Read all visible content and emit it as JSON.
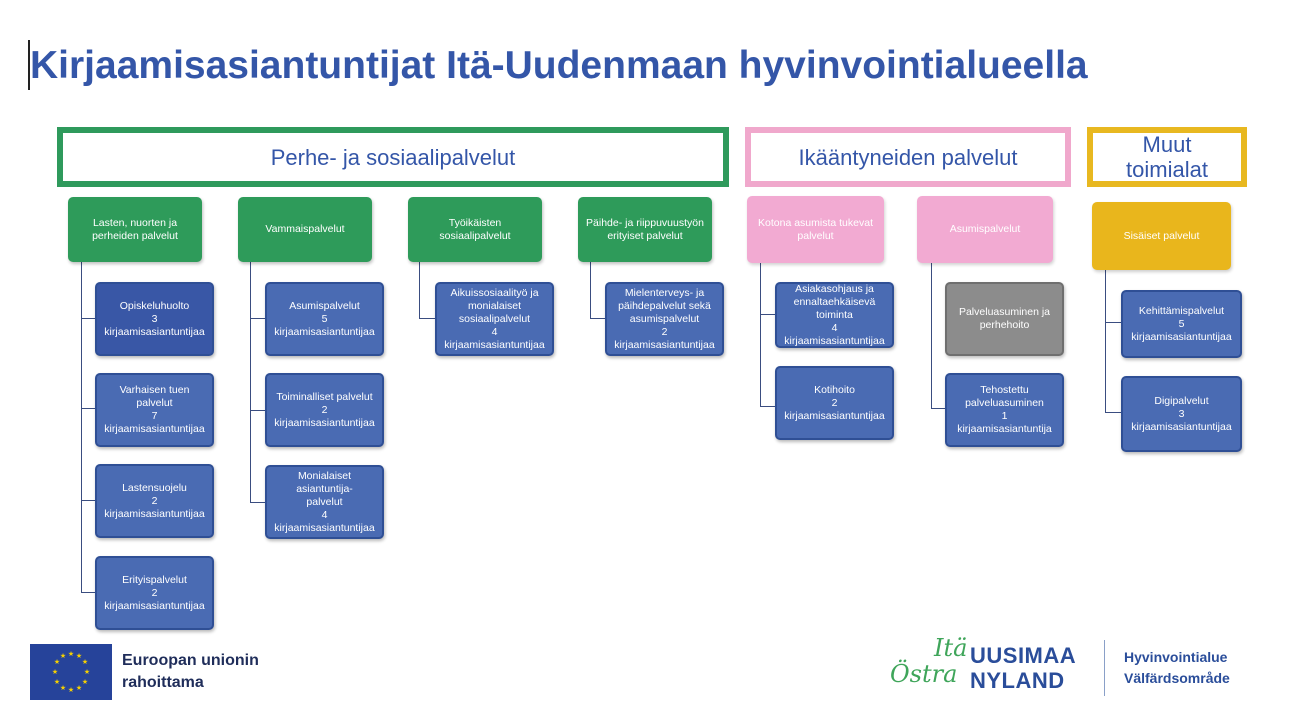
{
  "title": "Kirjaamisasiantuntijat Itä-Uudenmaan hyvinvointialueella",
  "headers": {
    "h1": "Perhe- ja sosiaalipalvelut",
    "h2": "Ikääntyneiden palvelut",
    "h3": "Muut toimialat"
  },
  "categories": {
    "c1": "Lasten, nuorten ja perheiden palvelut",
    "c2": "Vammaispalvelut",
    "c3": "Työikäisten sosiaalipalvelut",
    "c4": "Päihde- ja riippuvuustyön erityiset palvelut",
    "c5": "Kotona asumista tukevat palvelut",
    "c6": "Asumispalvelut",
    "c7": "Sisäiset palvelut"
  },
  "items": {
    "i1": {
      "name": "Opiskeluhuolto",
      "count": "3 kirjaamisasiantuntijaa"
    },
    "i2": {
      "name": "Varhaisen tuen palvelut",
      "count": "7 kirjaamisasiantuntijaa"
    },
    "i3": {
      "name": "Lastensuojelu",
      "count": "2 kirjaamisasiantuntijaa"
    },
    "i4": {
      "name": "Erityispalvelut",
      "count": "2 kirjaamisasiantuntijaa"
    },
    "i5": {
      "name": "Asumispalvelut",
      "count": "5 kirjaamisasiantuntijaa"
    },
    "i6": {
      "name": "Toiminalliset palvelut",
      "count": "2 kirjaamisasiantuntijaa"
    },
    "i7": {
      "name": "Monialaiset asiantuntija-palvelut",
      "count": "4 kirjaamisasiantuntijaa"
    },
    "i8": {
      "name": "Aikuissosiaalityö ja monialaiset sosiaalipalvelut",
      "count": "4 kirjaamisasiantuntijaa"
    },
    "i9": {
      "name": "Mielenterveys- ja päihdepalvelut sekä asumispalvelut",
      "count": "2 kirjaamisasiantuntijaa"
    },
    "i10": {
      "name": "Asiakasohjaus ja ennaltaehkäisevä toiminta",
      "count": "4 kirjaamisasiantuntijaa"
    },
    "i11": {
      "name": "Kotihoito",
      "count": "2 kirjaamisasiantuntijaa"
    },
    "i12": {
      "name": "Palveluasuminen ja perhehoito",
      "count": ""
    },
    "i13": {
      "name": "Tehostettu palveluasuminen",
      "count": "1 kirjaamisasiantuntija"
    },
    "i14": {
      "name": "Kehittämispalvelut",
      "count": "5 kirjaamisasiantuntijaa"
    },
    "i15": {
      "name": "Digipalvelut",
      "count": "3 kirjaamisasiantuntijaa"
    }
  },
  "footer": {
    "eu_line1": "Euroopan unionin",
    "eu_line2": "rahoittama",
    "logo_script1": "Itä",
    "logo_script2": "Östra",
    "logo_big1": "UUSIMAA",
    "logo_big2": "NYLAND",
    "region1": "Hyvinvointialue",
    "region2": "Välfärdsområde"
  },
  "colors": {
    "title": "#3456a8",
    "family_green": "#2e9b5a",
    "elderly_pink": "#f2aad2",
    "other_yellow": "#e9b61c",
    "item_blue": "#4a6bb3",
    "item_gray": "#8c8c8c"
  }
}
